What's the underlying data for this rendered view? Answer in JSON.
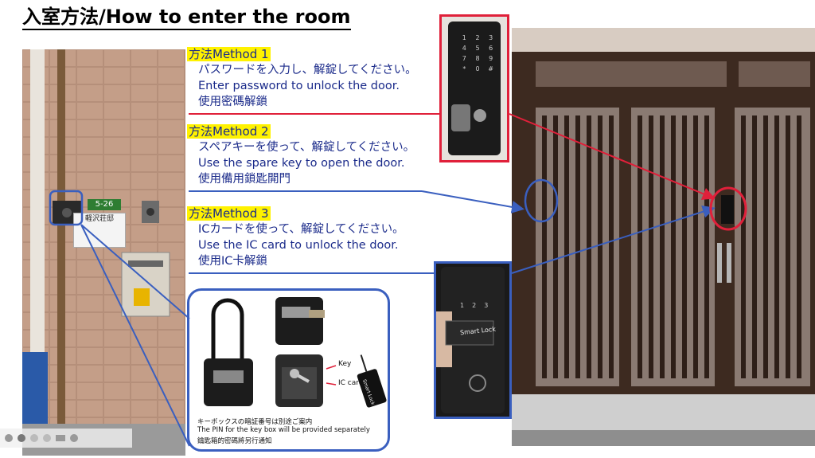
{
  "title": "入室方法/How to enter the room",
  "methods": [
    {
      "heading": "方法Method 1",
      "ja": "パスワードを入力し、解錠してください。",
      "en": "Enter password to unlock the door.",
      "zh": "使用密碼解鎖"
    },
    {
      "heading": "方法Method 2",
      "ja": "スペアキーを使って、解錠してください。",
      "en": "Use the spare key to open the door.",
      "zh": "使用備用鎖匙開門"
    },
    {
      "heading": "方法Method 3",
      "ja": "ICカードを使って、解錠してください。",
      "en": "Use the IC card to  unlock the door.",
      "zh": "使用IC卡解鎖"
    }
  ],
  "keybox_callout": {
    "label_key": "Key",
    "label_ic_card": "IC card",
    "note_ja": "キーボックスの暗証番号は別途ご案内",
    "note_en": "The PIN for the key box will be provided separately",
    "note_zh": "鑰匙箱的密碼將另行通知"
  },
  "wall_sign": {
    "unit_number": "5-26",
    "nameplate": "軽沢荘邸"
  },
  "keypad_digits": [
    "1",
    "2",
    "3",
    "4",
    "5",
    "6",
    "7",
    "8",
    "9",
    "*",
    "0",
    "#"
  ],
  "smart_lock_label": "Smart Lock",
  "card_label": "Smart Lock",
  "colors": {
    "accent_red": "#e0203a",
    "accent_blue": "#3a5fbf",
    "heading_highlight": "#fff200",
    "text_navy": "#1a2a8a"
  }
}
